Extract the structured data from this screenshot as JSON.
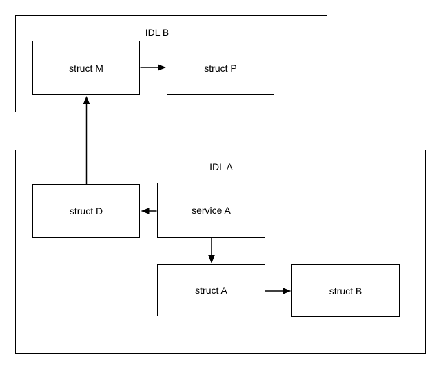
{
  "diagram": {
    "type": "idl-dependency-diagram",
    "containers": [
      {
        "id": "idl-b",
        "label": "IDL B"
      },
      {
        "id": "idl-a",
        "label": "IDL A"
      }
    ],
    "nodes": [
      {
        "id": "struct-m",
        "label": "struct M",
        "container": "IDL B"
      },
      {
        "id": "struct-p",
        "label": "struct P",
        "container": "IDL B"
      },
      {
        "id": "struct-d",
        "label": "struct D",
        "container": "IDL A"
      },
      {
        "id": "service-a",
        "label": "service A",
        "container": "IDL A"
      },
      {
        "id": "struct-a",
        "label": "struct A",
        "container": "IDL A"
      },
      {
        "id": "struct-b",
        "label": "struct B",
        "container": "IDL A"
      }
    ],
    "edges": [
      {
        "from": "struct M",
        "to": "struct P",
        "directed": true
      },
      {
        "from": "service A",
        "to": "struct D",
        "directed": true
      },
      {
        "from": "service A",
        "to": "struct A",
        "directed": true
      },
      {
        "from": "struct A",
        "to": "struct B",
        "directed": true
      },
      {
        "from": "struct D",
        "to": "struct M",
        "directed": true
      }
    ],
    "colors": {
      "stroke": "#000000",
      "fill": "#ffffff",
      "text": "#000000",
      "background": "#ffffff"
    }
  }
}
